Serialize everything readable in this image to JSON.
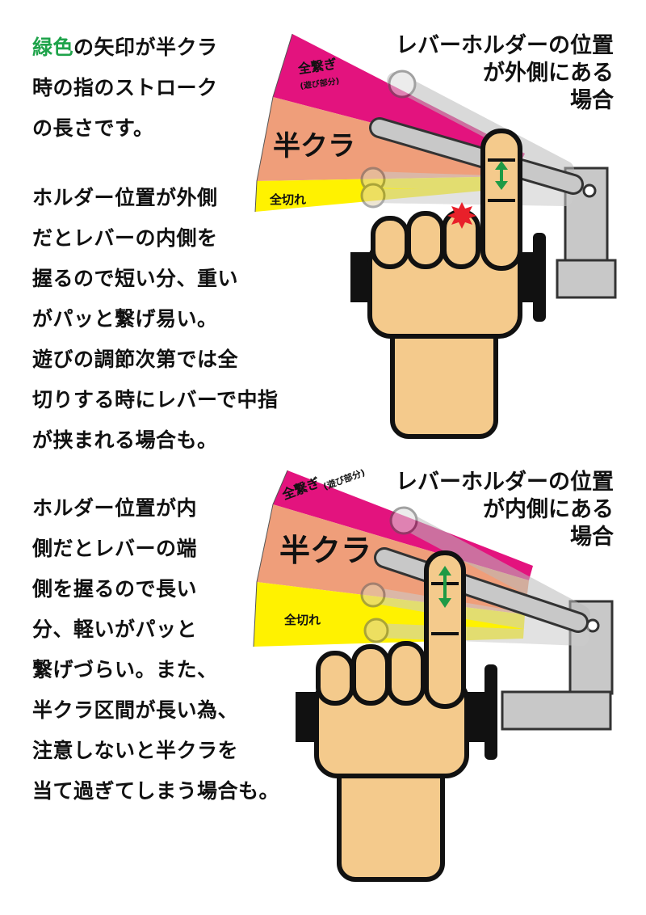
{
  "palette": {
    "zone_full": "#e3137e",
    "zone_half": "#ef9e7a",
    "zone_cut": "#fff200",
    "skin": "#f4ca8c",
    "outline": "#111111",
    "lever": "#c8c8c8",
    "lever_ghost": "#d8d8d8",
    "arrow_green": "#1e9a45",
    "pinch_red": "#e8202a",
    "green_text": "#1ea34a"
  },
  "top": {
    "intro_green": "緑色",
    "intro_rest": "の矢印が半クラ",
    "intro_lines": [
      "時の指のストローク",
      "の長さです。"
    ],
    "body_lines": [
      "ホルダー位置が外側",
      "だとレバーの内側を",
      "握るので短い分、重い",
      "がパッと繋げ易い。",
      "遊びの調節次第では全",
      "切りする時にレバーで中指",
      "が挟まれる場合も。"
    ],
    "heading_lines": [
      "レバーホルダーの位置",
      "が外側にある",
      "場合"
    ],
    "zone_full_label": "全繋ぎ",
    "zone_full_sub": "(遊び部分)",
    "zone_half_label": "半クラ",
    "zone_cut_label": "全切れ"
  },
  "bottom": {
    "body_lines": [
      "ホルダー位置が内",
      "側だとレバーの端",
      "側を握るので長い",
      "分、軽いがパッと",
      "繋げづらい。また、",
      "半クラ区間が長い為、",
      "注意しないと半クラを",
      "当て過ぎてしまう場合も。"
    ],
    "heading_lines": [
      "レバーホルダーの位置",
      "が内側にある",
      "場合"
    ],
    "zone_full_label": "全繋ぎ",
    "zone_full_sub": "(遊び部分)",
    "zone_half_label": "半クラ",
    "zone_cut_label": "全切れ"
  }
}
